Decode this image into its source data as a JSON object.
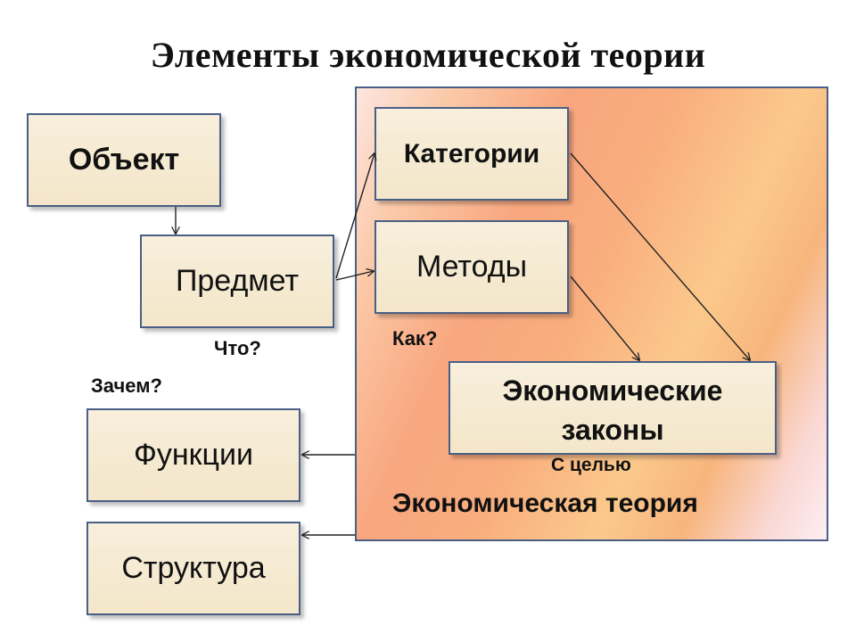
{
  "title": "Элементы экономической теории",
  "boxes": {
    "object": "Объект",
    "subject": "Предмет",
    "categories": "Категории",
    "methods": "Методы",
    "economic_laws": "Экономические законы",
    "functions": "Функции",
    "structure": "Структура"
  },
  "labels": {
    "what": "Что?",
    "why": "Зачем?",
    "how": "Как?",
    "purpose": "С целью",
    "economic_theory": "Экономическая теория"
  },
  "colors": {
    "box_border": "#4a5f86",
    "box_fill": "#f5e9d0",
    "region_border": "#4a5f86"
  }
}
